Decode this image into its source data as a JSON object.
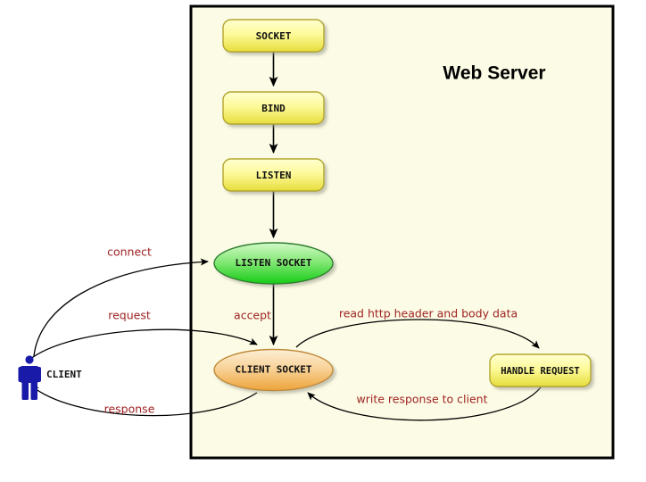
{
  "diagram": {
    "title": "Web Server",
    "container": {
      "label": "web-server-boundary",
      "background": "#fcfce6",
      "border_color": "#000000"
    },
    "actor": {
      "label": "CLIENT",
      "color": "#1a1aa8",
      "icon": "person-icon"
    },
    "nodes": [
      {
        "id": "socket",
        "label": "SOCKET",
        "shape": "rounded-rect",
        "fill_top": "#ffffc0",
        "fill_bottom": "#e8e14a",
        "stroke": "#b2a62e"
      },
      {
        "id": "bind",
        "label": "BIND",
        "shape": "rounded-rect",
        "fill_top": "#ffffc0",
        "fill_bottom": "#e8e14a",
        "stroke": "#b2a62e"
      },
      {
        "id": "listen",
        "label": "LISTEN",
        "shape": "rounded-rect",
        "fill_top": "#ffffc0",
        "fill_bottom": "#e8e14a",
        "stroke": "#b2a62e"
      },
      {
        "id": "listen_socket",
        "label": "LISTEN SOCKET",
        "shape": "ellipse",
        "fill_top": "#caf7c0",
        "fill_bottom": "#25d225",
        "stroke": "#2f7d2f"
      },
      {
        "id": "client_socket",
        "label": "CLIENT SOCKET",
        "shape": "ellipse",
        "fill_top": "#fbe7c4",
        "fill_bottom": "#efa63f",
        "stroke": "#c08a37"
      },
      {
        "id": "handle_request",
        "label": "HANDLE REQUEST",
        "shape": "rounded-rect",
        "fill_top": "#ffffc0",
        "fill_bottom": "#e8e14a",
        "stroke": "#b2a62e"
      }
    ],
    "edges": [
      {
        "id": "socket_to_bind",
        "label": "",
        "from": "socket",
        "to": "bind"
      },
      {
        "id": "bind_to_listen",
        "label": "",
        "from": "bind",
        "to": "listen"
      },
      {
        "id": "listen_to_listen_socket",
        "label": "",
        "from": "listen",
        "to": "listen_socket"
      },
      {
        "id": "client_connect",
        "label": "connect",
        "from": "client",
        "to": "listen_socket"
      },
      {
        "id": "accept",
        "label": "accept",
        "from": "listen_socket",
        "to": "client_socket"
      },
      {
        "id": "client_request",
        "label": "request",
        "from": "client",
        "to": "client_socket"
      },
      {
        "id": "read_request",
        "label": "read http header and body data",
        "from": "client_socket",
        "to": "handle_request"
      },
      {
        "id": "write_response",
        "label": "write response to client",
        "from": "handle_request",
        "to": "client_socket"
      },
      {
        "id": "client_response",
        "label": "response",
        "from": "client_socket",
        "to": "client"
      }
    ],
    "label_color": "#9e2222"
  }
}
